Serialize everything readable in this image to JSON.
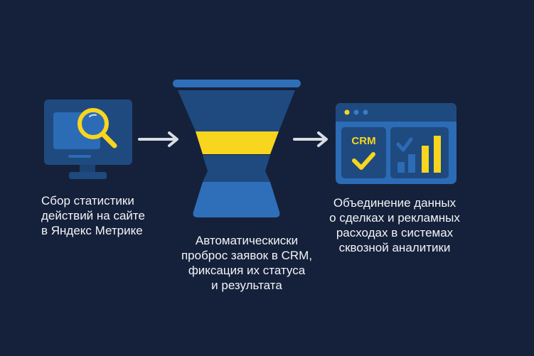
{
  "colors": {
    "background": "#15213a",
    "dark_blue": "#1f4a7f",
    "mid_blue": "#2c6bb5",
    "light_blue": "#3a7cc8",
    "yellow": "#f8d51e",
    "arrow": "#d9dde3",
    "text": "#f2f4f8"
  },
  "steps": [
    {
      "icon": "monitor-with-magnifier-icon",
      "caption": "Сбор статистики\nдействий на сайте\nв Яндекс Метрике"
    },
    {
      "icon": "funnel-icon",
      "caption": "Автоматическиски\nпроброс заявок в CRM,\nфиксация их статуса\nи результата"
    },
    {
      "icon": "crm-dashboard-window-icon",
      "crm_label": "CRM",
      "caption": "Объединение данных\nо сделках и рекламных\nрасходах в системах\nсквозной аналитики"
    }
  ],
  "arrows": [
    {
      "icon": "arrow-right-icon"
    },
    {
      "icon": "arrow-right-icon"
    }
  ]
}
